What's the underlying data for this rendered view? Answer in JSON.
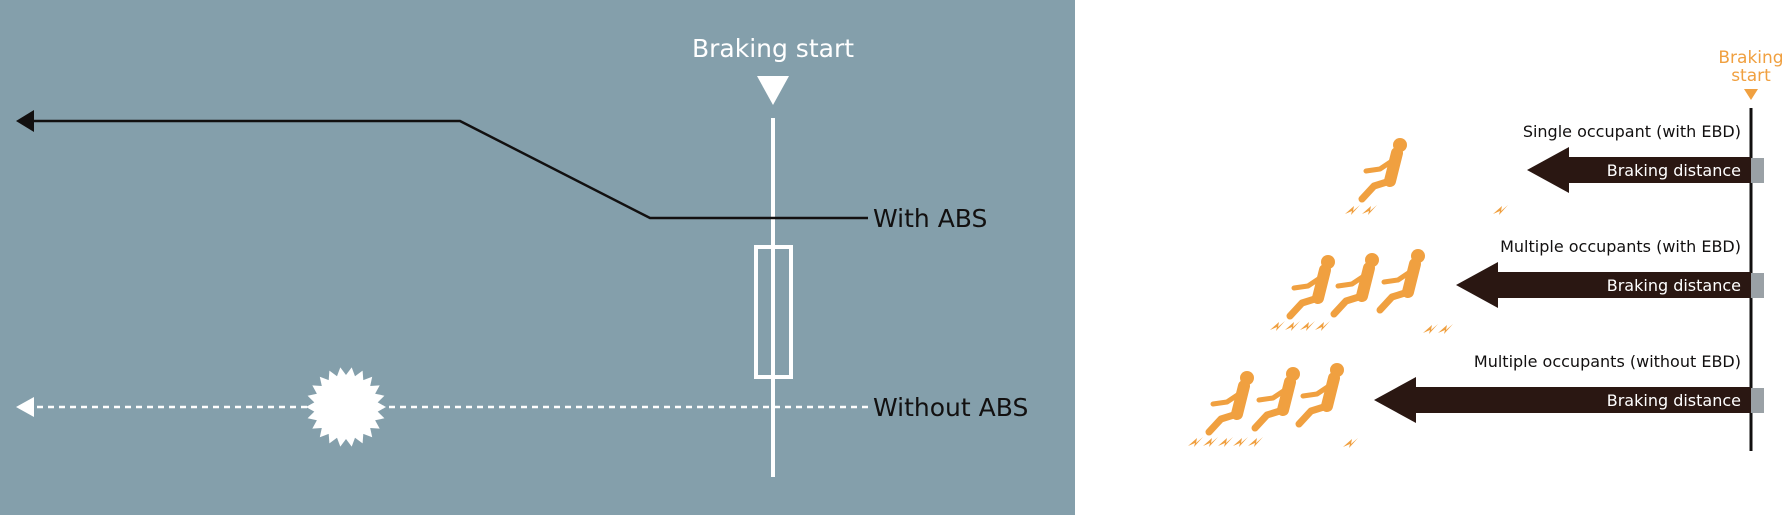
{
  "left_diagram": {
    "braking_start_label": "Braking start",
    "with_abs_label": "With ABS",
    "without_abs_label": "Without ABS"
  },
  "right_diagram": {
    "braking_start_label_line1": "Braking",
    "braking_start_label_line2": "start",
    "rows": [
      {
        "title": "Single occupant (with EBD)",
        "arrow_label": "Braking distance",
        "occupant_count": 1
      },
      {
        "title": "Multiple occupants (with EBD)",
        "arrow_label": "Braking distance",
        "occupant_count": 3
      },
      {
        "title": "Multiple occupants (without EBD)",
        "arrow_label": "Braking distance",
        "occupant_count": 3
      }
    ]
  },
  "colors": {
    "panel_background": "#849fab",
    "line_white": "#ffffff",
    "line_dark": "#121010",
    "arrow_fill": "#2a1712",
    "accent_orange": "#f0a040",
    "stub_gray": "#9aa1a6"
  },
  "icons": [
    "warning-triangle-icon",
    "impact-burst-icon",
    "seated-occupant-icon",
    "skid-spark-icon"
  ]
}
